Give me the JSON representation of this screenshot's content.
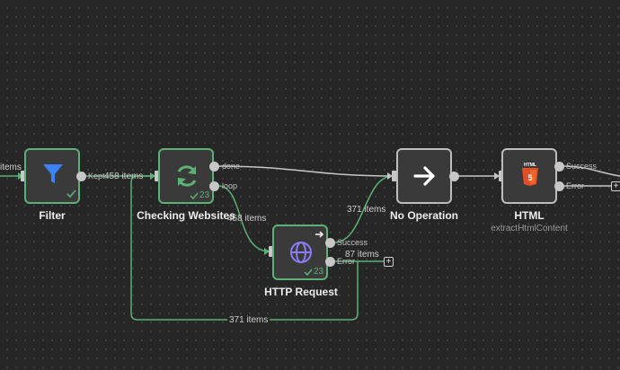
{
  "canvas": {
    "edge_left_label": "items",
    "edge_filter_kept": "458 items",
    "edge_checking_loop": "458 items",
    "edge_http_success": "371 items",
    "edge_http_error": "87 items",
    "edge_bottom_loop": "371 items"
  },
  "nodes": {
    "filter": {
      "label": "Filter",
      "output_label": "Kept",
      "icon": "filter-icon",
      "status": "success"
    },
    "checking": {
      "label": "Checking Websites",
      "output_done": "done",
      "output_loop": "loop",
      "run_count": "23",
      "icon": "refresh-icon"
    },
    "http": {
      "label": "HTTP Request",
      "output_success": "Success",
      "output_error": "Error",
      "run_count": "23",
      "icon": "globe-icon"
    },
    "noop": {
      "label": "No Operation",
      "icon": "arrow-right-icon"
    },
    "html": {
      "label": "HTML",
      "subtitle": "extractHtmlContent",
      "output_success": "Success",
      "output_error": "Error",
      "icon": "html5-icon",
      "icon_text": "HTML"
    }
  },
  "colors": {
    "background": "#262626",
    "success_green": "#5cb176",
    "node_fill": "#3a3a3a",
    "edge_default": "#c7c7c7",
    "filter_blue": "#3b82f6",
    "http_purple": "#8b7cf6",
    "html_orange": "#e44d26"
  }
}
